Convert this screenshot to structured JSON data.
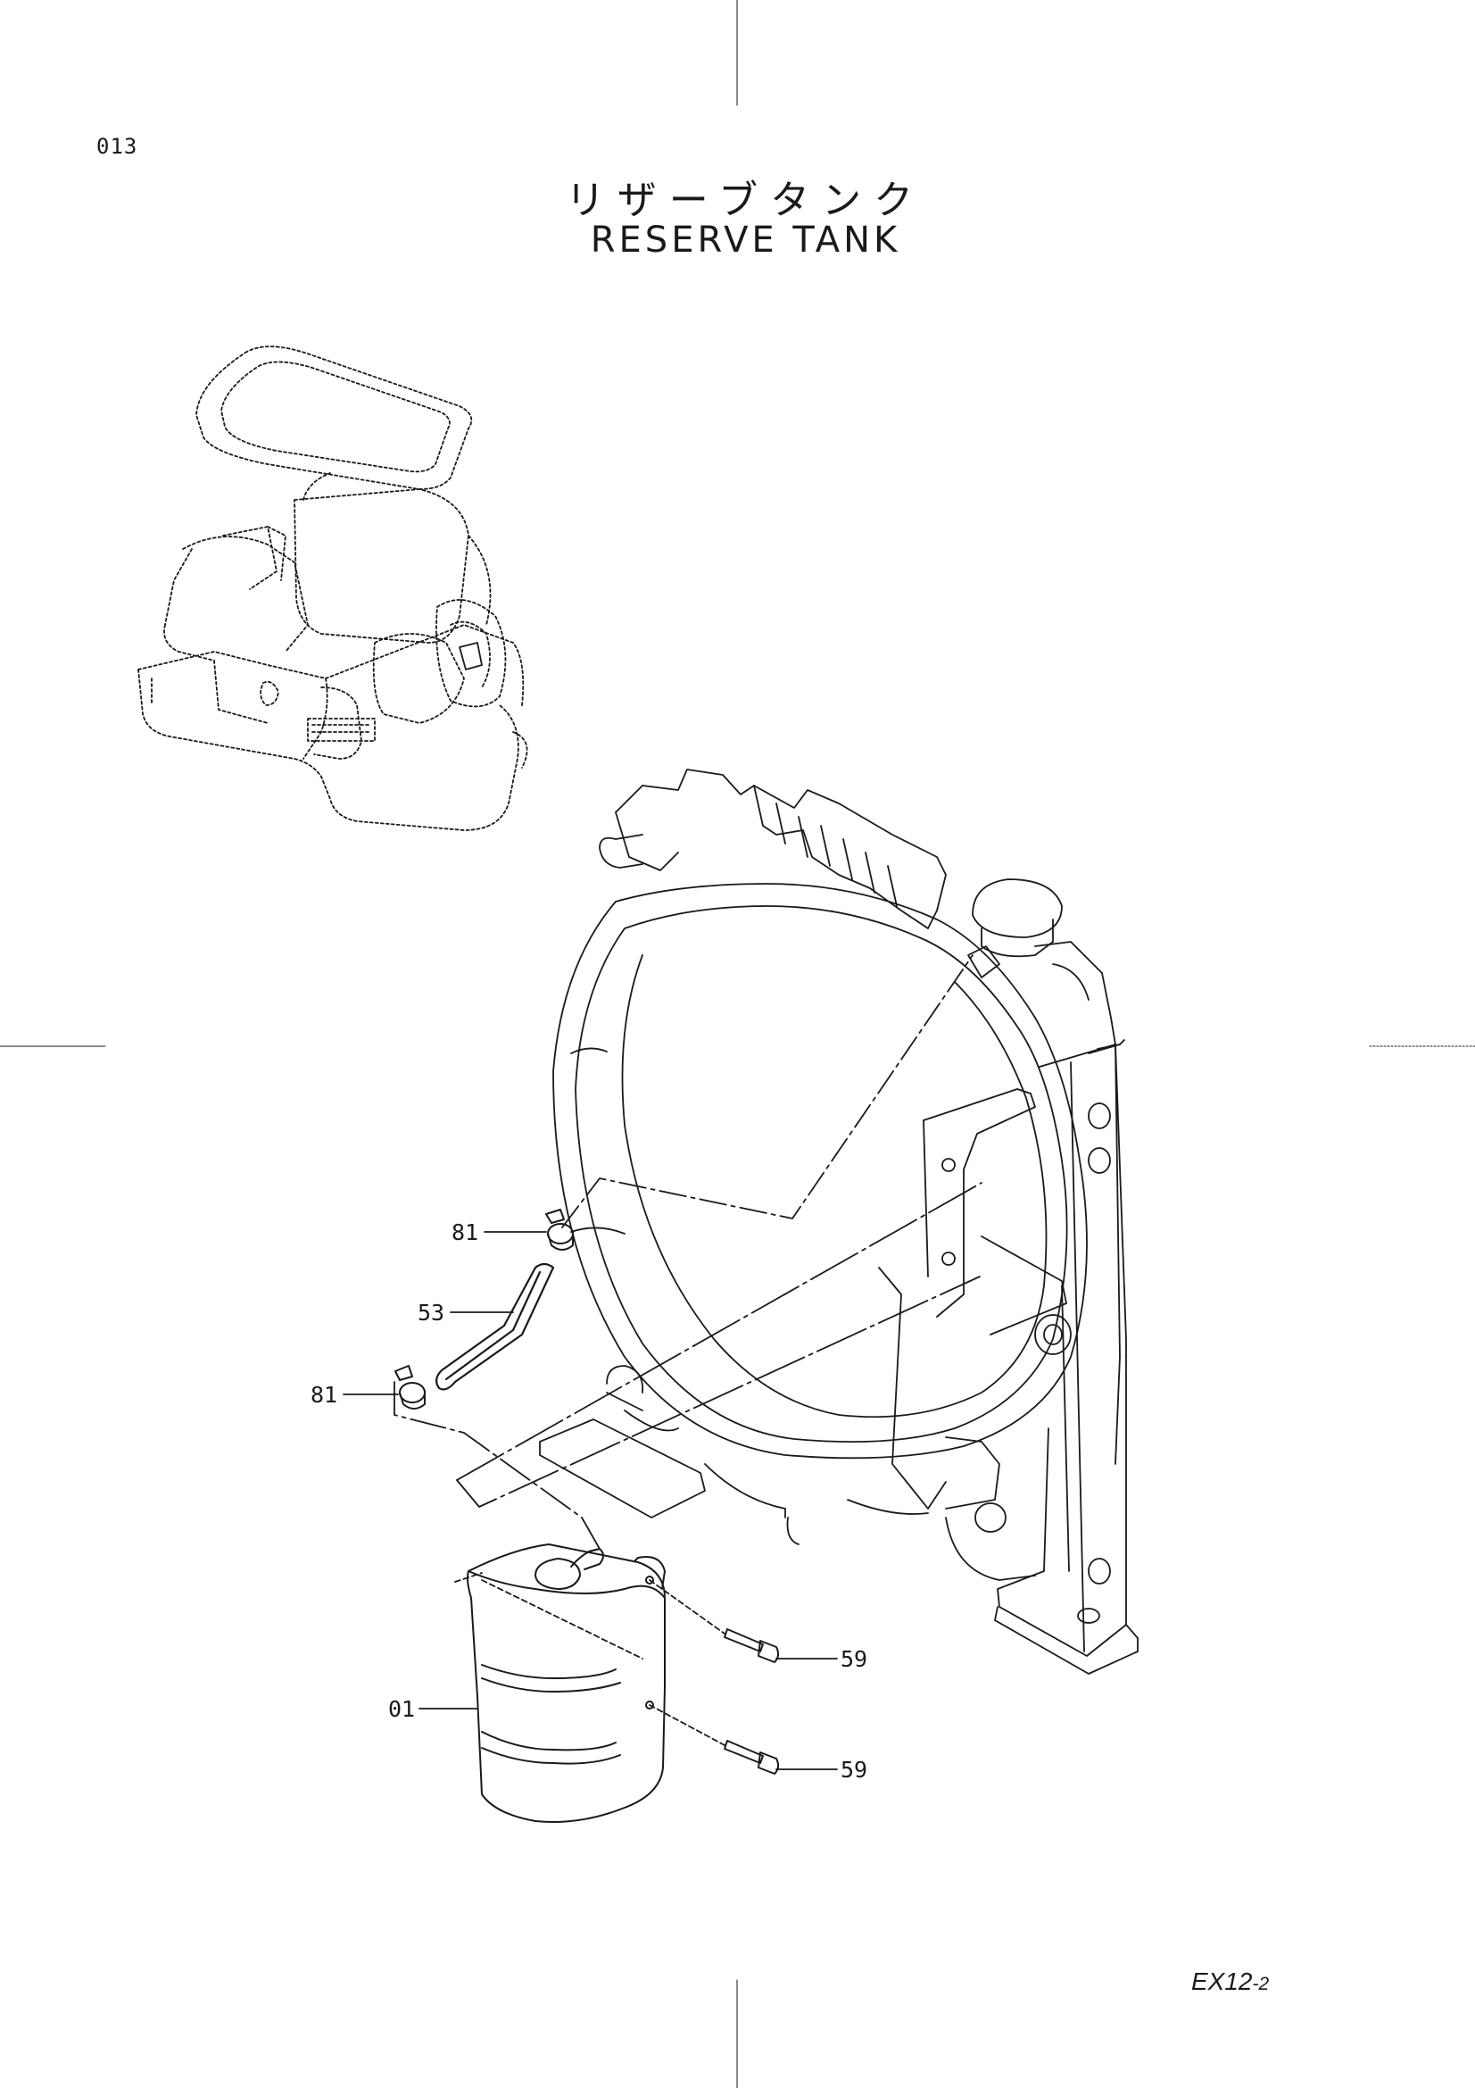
{
  "page_number": "013",
  "title_jp": "リザーブタンク",
  "title_en": "RESERVE TANK",
  "callouts": {
    "c81_top": "81",
    "c53": "53",
    "c81_bottom": "81",
    "c01": "01",
    "c59_top": "59",
    "c59_bottom": "59"
  },
  "doc_code": {
    "main": "EX12",
    "suffix": "-2"
  }
}
